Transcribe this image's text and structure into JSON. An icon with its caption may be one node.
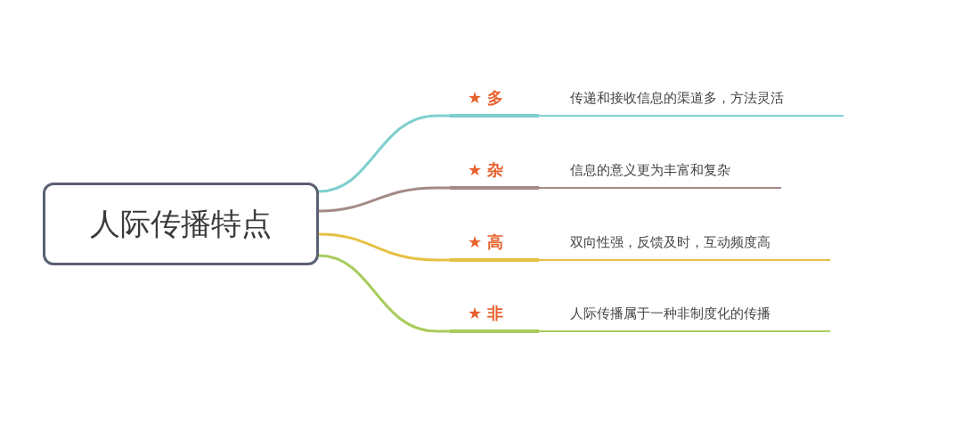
{
  "diagram": {
    "nodes": [
      {
        "text": [
          "人际传播特点"
        ]
      },
      {
        "text": [
          "★ 多"
        ]
      },
      {
        "text": [
          "★ 杂"
        ]
      },
      {
        "text": [
          "★ 高"
        ]
      },
      {
        "text": [
          "★ 非"
        ]
      },
      {
        "text": [
          "传递和接收信息的渠道多，方法灵活"
        ]
      },
      {
        "text": [
          "信息的意义更为丰富和复杂"
        ]
      },
      {
        "text": [
          "双向性强，反馈及时，互动频度高"
        ]
      },
      {
        "text": [
          "人际传播属于一种非制度化的传播"
        ]
      }
    ],
    "edges": [
      {
        "from": 0,
        "to": 1,
        "arrow": "none",
        "color": "#7fcfcf"
      },
      {
        "from": 0,
        "to": 2,
        "arrow": "none",
        "color": "#a38a86"
      },
      {
        "from": 0,
        "to": 3,
        "arrow": "none",
        "color": "#e6c043"
      },
      {
        "from": 0,
        "to": 4,
        "arrow": "none",
        "color": "#a9cc5c"
      },
      {
        "from": 1,
        "to": 5,
        "arrow": "none",
        "color": "#7fcfcf"
      },
      {
        "from": 2,
        "to": 6,
        "arrow": "none",
        "color": "#a38a86"
      },
      {
        "from": 3,
        "to": 7,
        "arrow": "none",
        "color": "#e6c043"
      },
      {
        "from": 4,
        "to": 8,
        "arrow": "none",
        "color": "#a9cc5c"
      }
    ]
  }
}
